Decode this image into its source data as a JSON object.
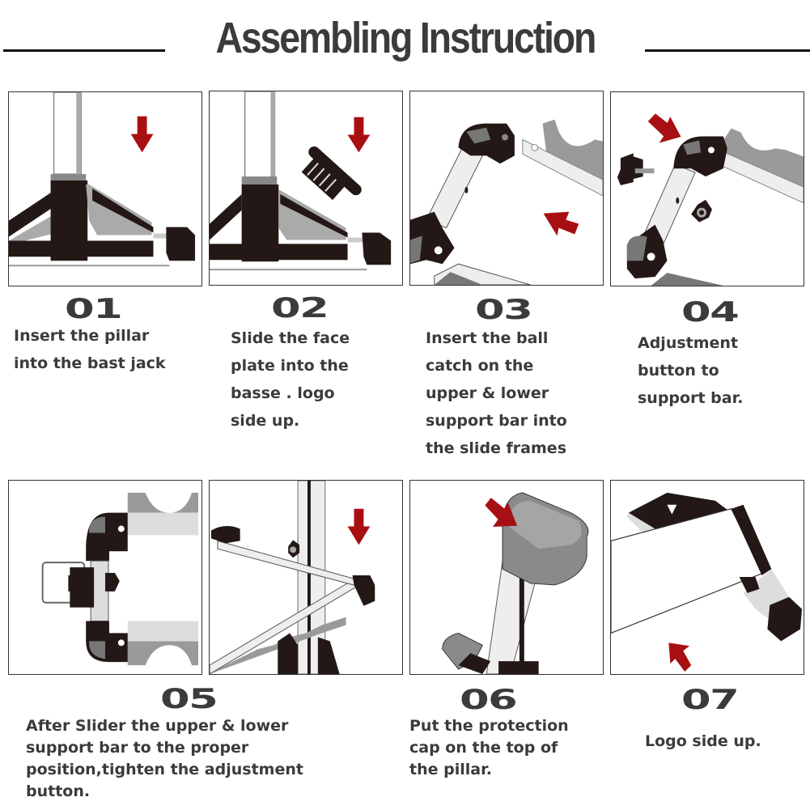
{
  "title": "Assembling Instruction",
  "colors": {
    "text": "#3b3b3d",
    "arrow": "#a80f12",
    "part_dark": "#231815",
    "part_gray": "#9a9a9a",
    "part_light": "#dcdcdc"
  },
  "steps": [
    {
      "number": "01",
      "text": "Insert the pillar\ninto the bast jack",
      "illustration": "pillar-base-icon"
    },
    {
      "number": "02",
      "text": "Slide the face\nplate into the\nbasse . logo\nside up.",
      "illustration": "face-plate-icon"
    },
    {
      "number": "03",
      "text": "Insert the ball\ncatch on the\nupper & lower\nsupport bar into\nthe slide frames",
      "illustration": "ball-catch-icon"
    },
    {
      "number": "04",
      "text": "Adjustment\nbutton to\nsupport bar.",
      "illustration": "adjustment-button-icon"
    },
    {
      "number": "05",
      "text": "After Slider the upper & lower\nsupport bar to the proper\nposition,tighten the adjustment\nbutton.",
      "illustration": "slider-frame-icon"
    },
    {
      "number": "06",
      "text": "Put the protection\ncap on the top of\nthe pillar.",
      "illustration": "protection-cap-icon"
    },
    {
      "number": "07",
      "text": "Logo side up.",
      "illustration": "logo-side-icon"
    }
  ]
}
